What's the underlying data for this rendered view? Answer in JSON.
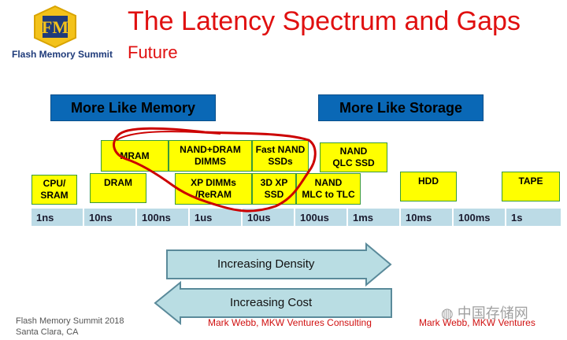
{
  "header": {
    "title": "The Latency Spectrum and Gaps",
    "subtitle": "Future",
    "logo_text": "Flash Memory Summit"
  },
  "categories": {
    "memory": "More Like Memory",
    "storage": "More Like Storage"
  },
  "boxes": {
    "mram": "MRAM",
    "nand_dram": "NAND+DRAM\nDIMMS",
    "fast_nand": "Fast NAND\nSSDs",
    "nand_qlc": "NAND\nQLC SSD",
    "cpu_sram": "CPU/\nSRAM",
    "dram": "DRAM",
    "xp_dimms": "XP DIMMs\n/ReRAM",
    "xp_3d": "3D XP\nSSD",
    "nand_mlc": "NAND\nMLC to TLC",
    "hdd": "HDD",
    "tape": "TAPE"
  },
  "scale": [
    "1ns",
    "10ns",
    "100ns",
    "1us",
    "10us",
    "100us",
    "1ms",
    "10ms",
    "100ms",
    "1s"
  ],
  "arrows": {
    "density": "Increasing Density",
    "cost": "Increasing Cost"
  },
  "footer": {
    "event": "Flash Memory Summit 2018",
    "location": "Santa Clara, CA",
    "credit1": "Mark Webb, MKW Ventures Consulting",
    "credit2": "Mark Webb, MKW Ventures"
  },
  "watermark": "中国存储网",
  "colors": {
    "title": "#e01010",
    "header_box": "#0a68b6",
    "box_fill": "#ffff00",
    "scale_fill": "#bcdbe6",
    "arrow_fill": "#b9dde3",
    "highlight_circle": "#cc0000"
  }
}
